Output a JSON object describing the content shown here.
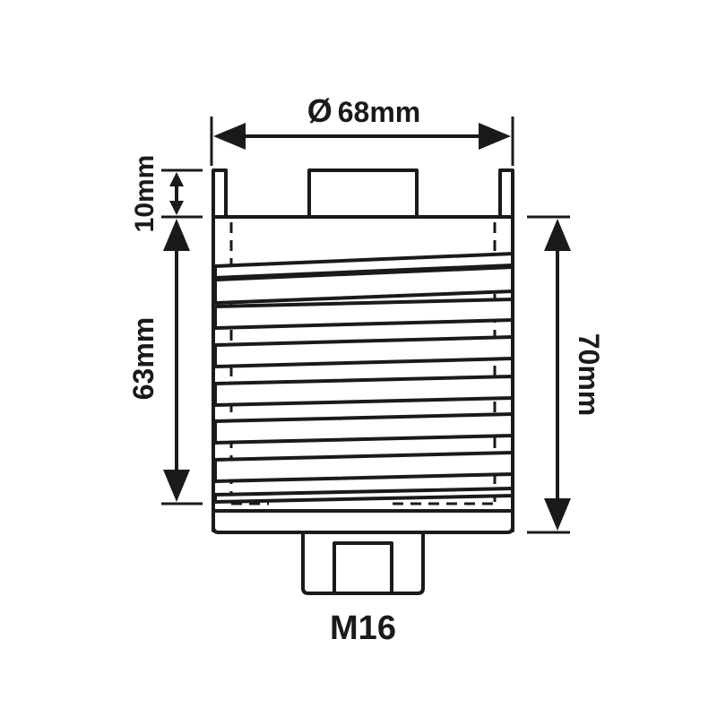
{
  "diagram": {
    "diameter_symbol": "Ø",
    "diameter_label": "68mm",
    "top_height_label": "10mm",
    "thread_length_label": "63mm",
    "total_length_label": "70mm",
    "thread_label": "M16"
  },
  "colors": {
    "ink": "#1a1a1a",
    "background": "#ffffff"
  }
}
